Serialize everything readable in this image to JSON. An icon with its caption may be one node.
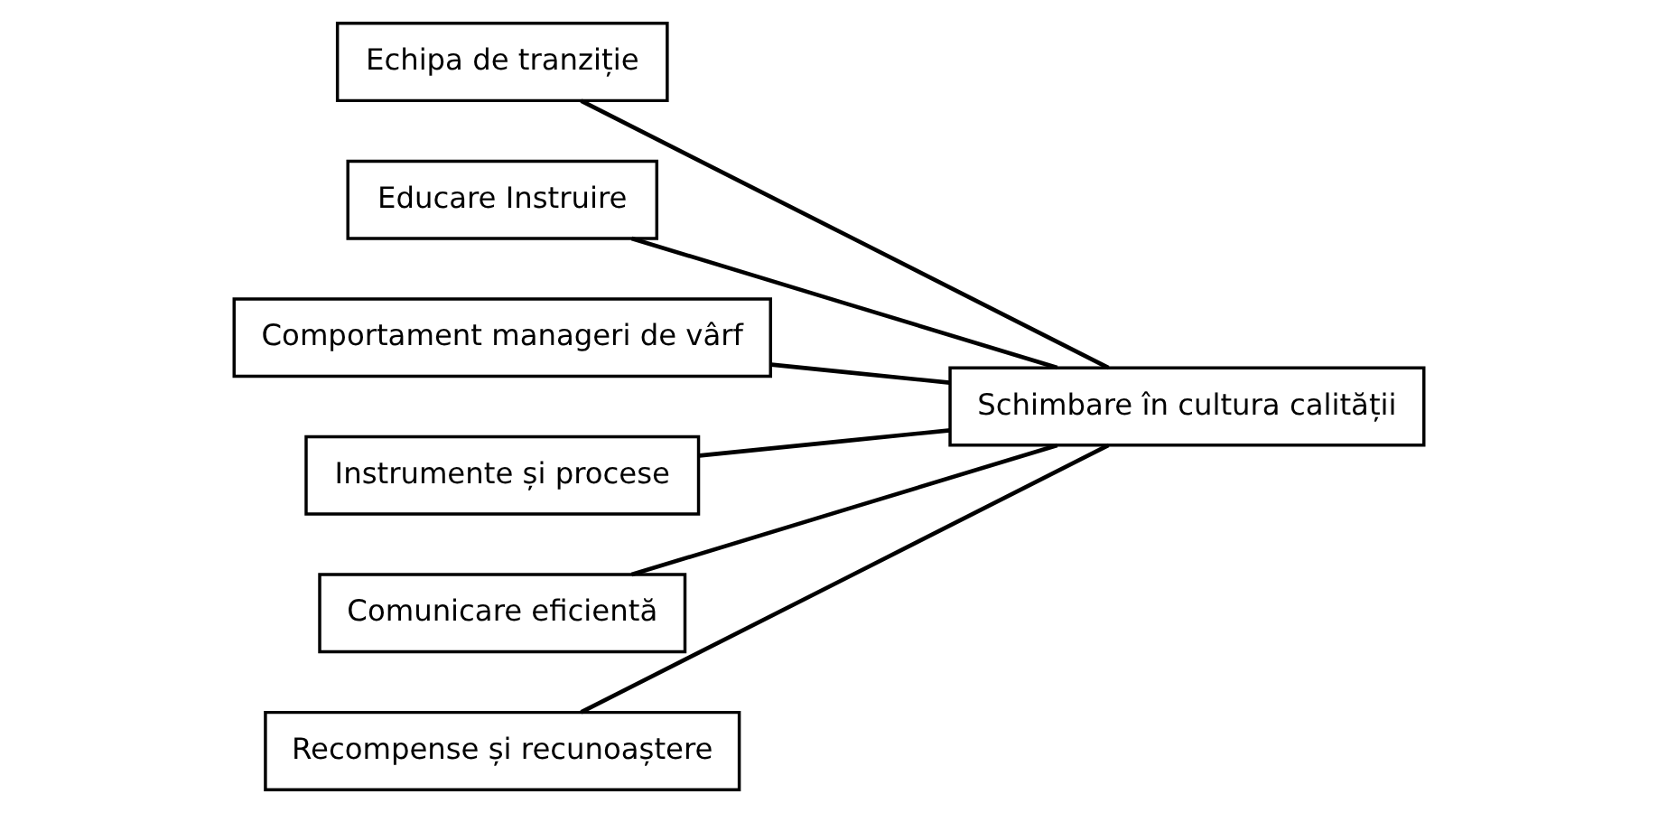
{
  "diagram": {
    "nodes": [
      {
        "text": [
          "Echipa de tranziție"
        ]
      },
      {
        "text": [
          "Educare Instruire"
        ]
      },
      {
        "text": [
          "Comportament manageri de vârf"
        ]
      },
      {
        "text": [
          "Schimbare în cultura calității"
        ]
      },
      {
        "text": [
          "Instrumente și procese"
        ]
      },
      {
        "text": [
          "Comunicare eficientă"
        ]
      },
      {
        "text": [
          "Recompense și recunoaștere"
        ]
      }
    ],
    "edges": [
      {
        "from": 0,
        "to": 3,
        "arrow": "none"
      },
      {
        "from": 1,
        "to": 3,
        "arrow": "none"
      },
      {
        "from": 2,
        "to": 3,
        "arrow": "none"
      },
      {
        "from": 4,
        "to": 3,
        "arrow": "none"
      },
      {
        "from": 5,
        "to": 3,
        "arrow": "none"
      },
      {
        "from": 6,
        "to": 3,
        "arrow": "none"
      }
    ]
  }
}
